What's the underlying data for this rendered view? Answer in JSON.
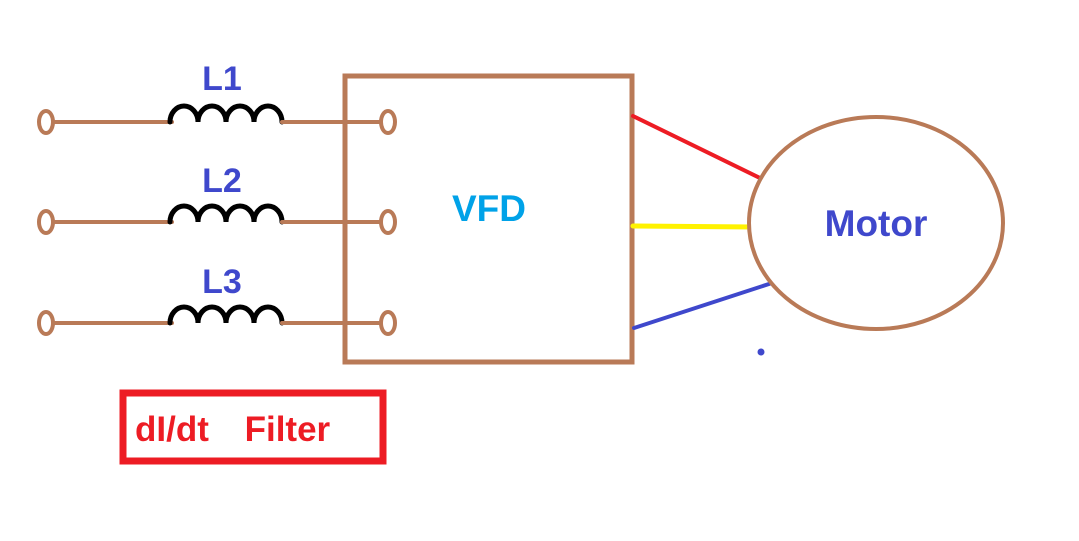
{
  "labels": {
    "inductors": [
      "L1",
      "L2",
      "L3"
    ],
    "vfd": "VFD",
    "motor": "Motor",
    "filter": {
      "part1": "dI/dt",
      "part2": "Filter"
    }
  },
  "colors": {
    "wire": "#B97A57",
    "inductor": "#000000",
    "inductor_label": "#3F48CC",
    "vfd_label": "#00A2E8",
    "motor_label": "#3F48CC",
    "phase_red": "#ED1C24",
    "phase_yellow": "#FFF200",
    "phase_blue": "#3F48CC",
    "filter_accent": "#ED1C24",
    "background": "#FFFFFF"
  }
}
